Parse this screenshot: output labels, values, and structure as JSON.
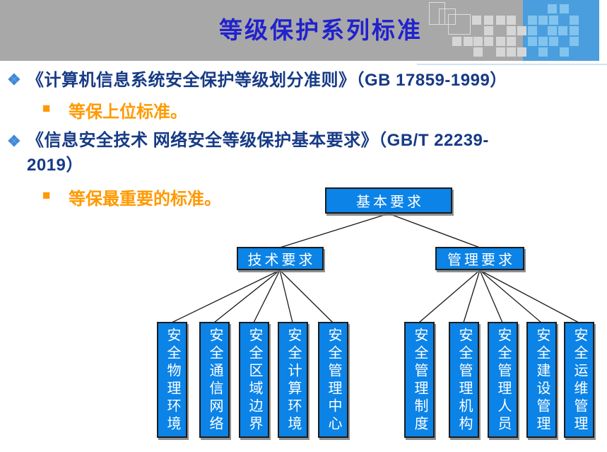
{
  "slide": {
    "title": "等级保护系列标准",
    "bullet_glyph": "❖",
    "sub_bullet_glyph": "■",
    "bullets": {
      "b1": {
        "text": "《计算机信息系统安全保护等级划分准则》（GB 17859-1999）",
        "sub": "等保上位标准。"
      },
      "b2": {
        "line1": "《信息安全技术 网络安全等级保护基本要求》（GB/T 22239-",
        "line2": "2019）",
        "sub": "等保最重要的标准。"
      }
    }
  },
  "diagram": {
    "root": "基本要求",
    "branches": {
      "tech": {
        "label": "技术要求",
        "children": [
          "安全物理环境",
          "安全通信网络",
          "安全区域边界",
          "安全计算环境",
          "安全管理中心"
        ]
      },
      "mgmt": {
        "label": "管理要求",
        "children": [
          "安全管理制度",
          "安全管理机构",
          "安全管理人员",
          "安全建设管理",
          "安全运维管理"
        ]
      }
    }
  },
  "colors": {
    "header_bg": "#a8a8a8",
    "title_text": "#2121ce",
    "body_text": "#163a85",
    "highlight_text": "#ff9900",
    "box_fill": "#0b83e7",
    "box_border": "#1c1c1c",
    "box_text": "#ffffff",
    "accent_panel": "#4a9edd",
    "mosaic_gray": "#d6d6d6",
    "mosaic_blue": "#82c4ee"
  }
}
